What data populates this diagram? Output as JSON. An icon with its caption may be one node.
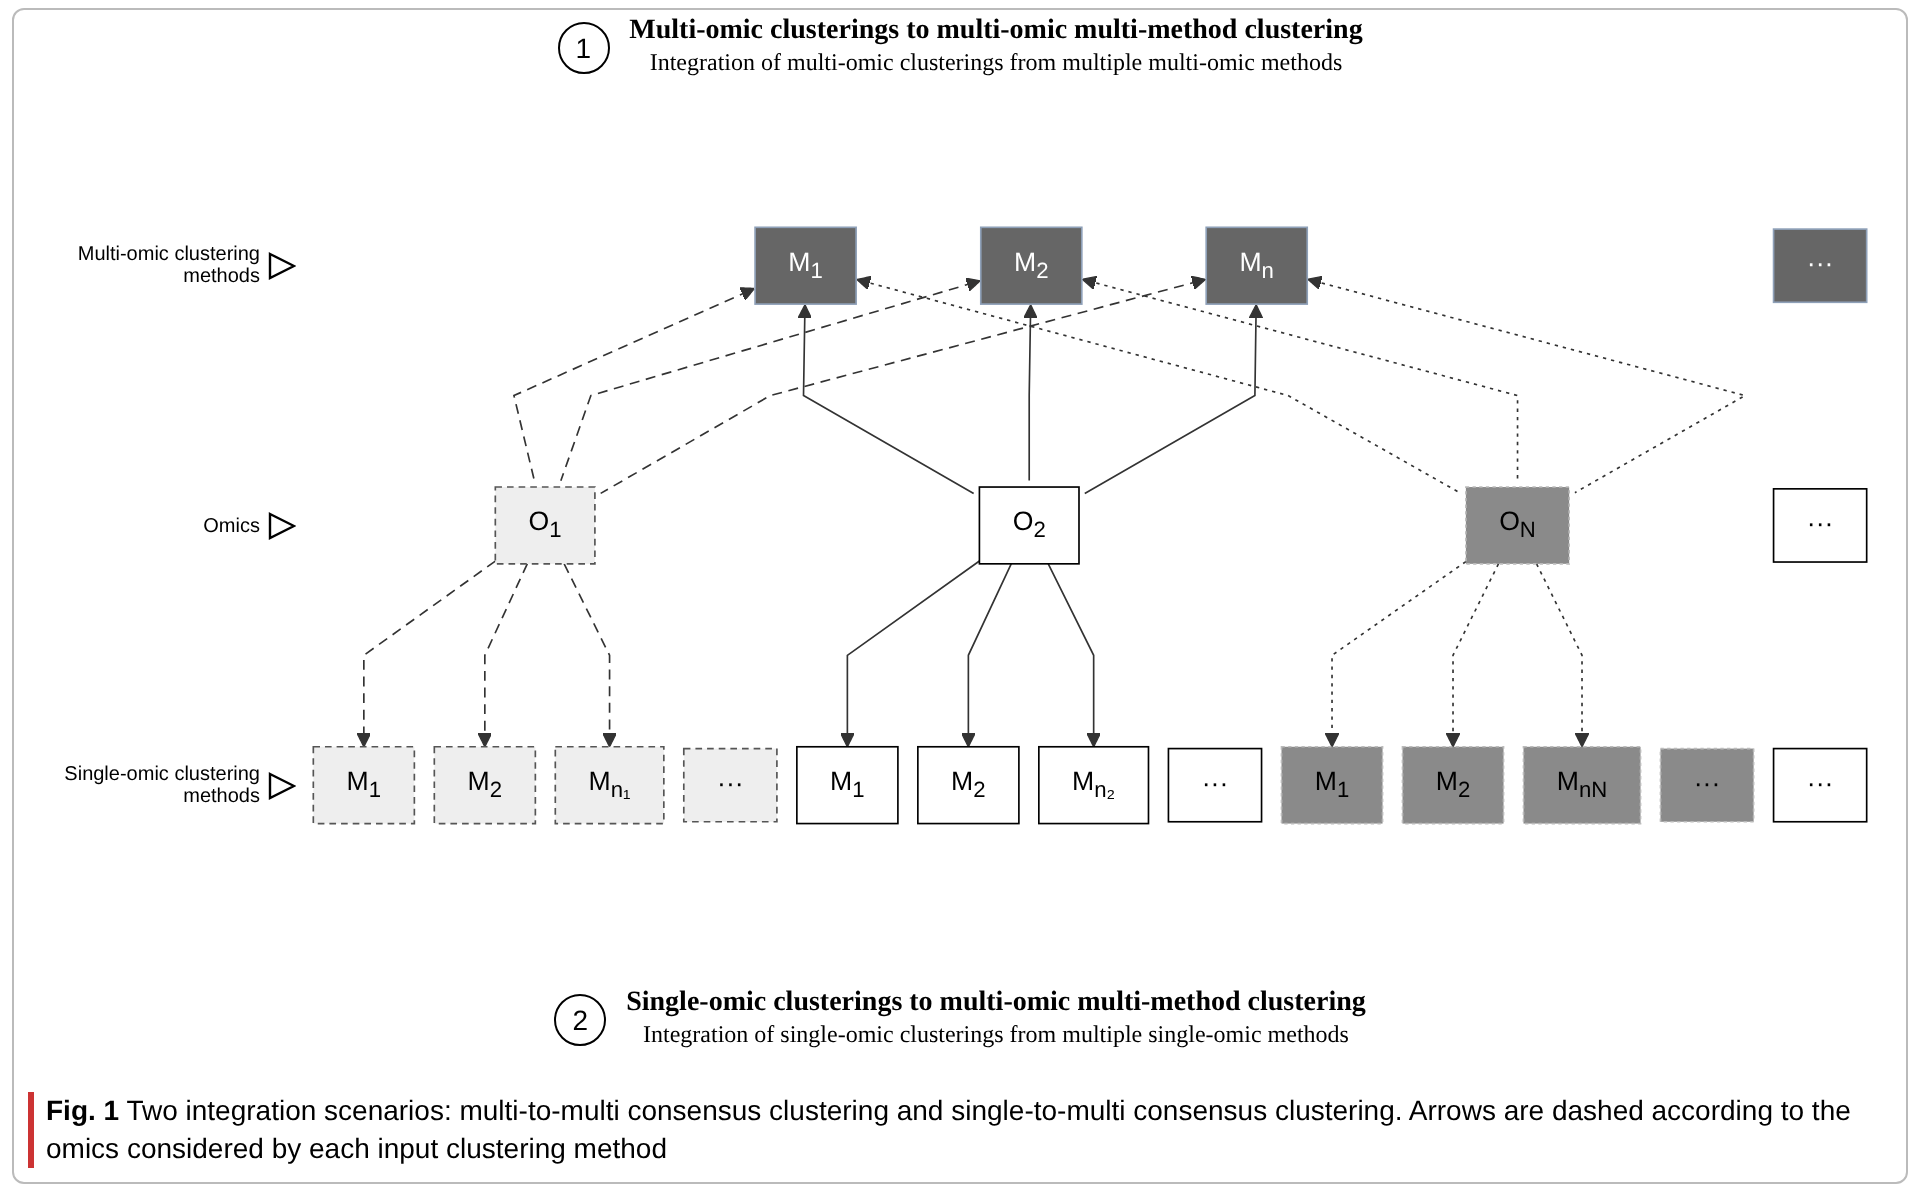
{
  "diagram": {
    "nodes": [
      {
        "text": [
          "M$_{1}$"
        ]
      },
      {
        "text": [
          "M$_{2}$"
        ]
      },
      {
        "text": [
          "···"
        ]
      },
      {
        "text": [
          "M$_{n}$"
        ]
      },
      {
        "text": [
          "O$_{1}$"
        ]
      },
      {
        "text": [
          "O$_{2}$"
        ]
      },
      {
        "text": [
          "···"
        ]
      },
      {
        "text": [
          "O$_{N}$"
        ]
      },
      {
        "text": [
          "M$_{1}$"
        ]
      },
      {
        "text": [
          "M$_{2}$"
        ]
      },
      {
        "text": [
          "···"
        ]
      },
      {
        "text": [
          "M$_{n₁}$"
        ]
      },
      {
        "text": [
          "M$_{1}$"
        ]
      },
      {
        "text": [
          "M$_{2}$"
        ]
      },
      {
        "text": [
          "···"
        ]
      },
      {
        "text": [
          "M$_{n₂}$"
        ]
      },
      {
        "text": [
          "···"
        ]
      },
      {
        "text": [
          "M$_{1}$"
        ]
      },
      {
        "text": [
          "M$_{2}$"
        ]
      },
      {
        "text": [
          "···"
        ]
      },
      {
        "text": [
          "M$_{nN}$"
        ]
      }
    ],
    "edges": [
      {
        "from": 4,
        "to": 0,
        "arrow": "to",
        "style": "dashed"
      },
      {
        "from": 5,
        "to": 0,
        "arrow": "to"
      },
      {
        "from": 7,
        "to": 0,
        "arrow": "to",
        "style": "dashed"
      },
      {
        "from": 4,
        "to": 1,
        "arrow": "to",
        "style": "dashed"
      },
      {
        "from": 5,
        "to": 1,
        "arrow": "to"
      },
      {
        "from": 7,
        "to": 1,
        "arrow": "to",
        "style": "dashed"
      },
      {
        "from": 4,
        "to": 3,
        "arrow": "to",
        "style": "dashed"
      },
      {
        "from": 5,
        "to": 3,
        "arrow": "to"
      },
      {
        "from": 7,
        "to": 3,
        "arrow": "to",
        "style": "dashed"
      },
      {
        "from": 4,
        "to": 8,
        "arrow": "to",
        "style": "dashed"
      },
      {
        "from": 4,
        "to": 9,
        "arrow": "to",
        "style": "dashed"
      },
      {
        "from": 4,
        "to": 11,
        "arrow": "to",
        "style": "dashed"
      },
      {
        "from": 5,
        "to": 12,
        "arrow": "to"
      },
      {
        "from": 5,
        "to": 13,
        "arrow": "to"
      },
      {
        "from": 5,
        "to": 15,
        "arrow": "to"
      },
      {
        "from": 7,
        "to": 17,
        "arrow": "to",
        "style": "dashed"
      },
      {
        "from": 7,
        "to": 18,
        "arrow": "to",
        "style": "dashed"
      },
      {
        "from": 7,
        "to": 20,
        "arrow": "to",
        "style": "dashed"
      }
    ],
    "labels": [
      "1",
      "Multi-omic clusterings to multi-omic multi-method clustering",
      "Integration of multi-omic clusterings from multiple multi-omic methods",
      "Multi-omic clustering methods",
      "Omics",
      "Single-omic clustering methods",
      "2",
      "Single-omic clusterings to multi-omic multi-method clustering",
      "Integration of single-omic clusterings from multiple single-omic methods"
    ],
    "caption": "**Fig. 1** Two integration scenarios: multi-to-multi consensus clustering and single-to-multi consensus clustering. Arrows are dashed according to the omics considered by each input clustering method"
  }
}
